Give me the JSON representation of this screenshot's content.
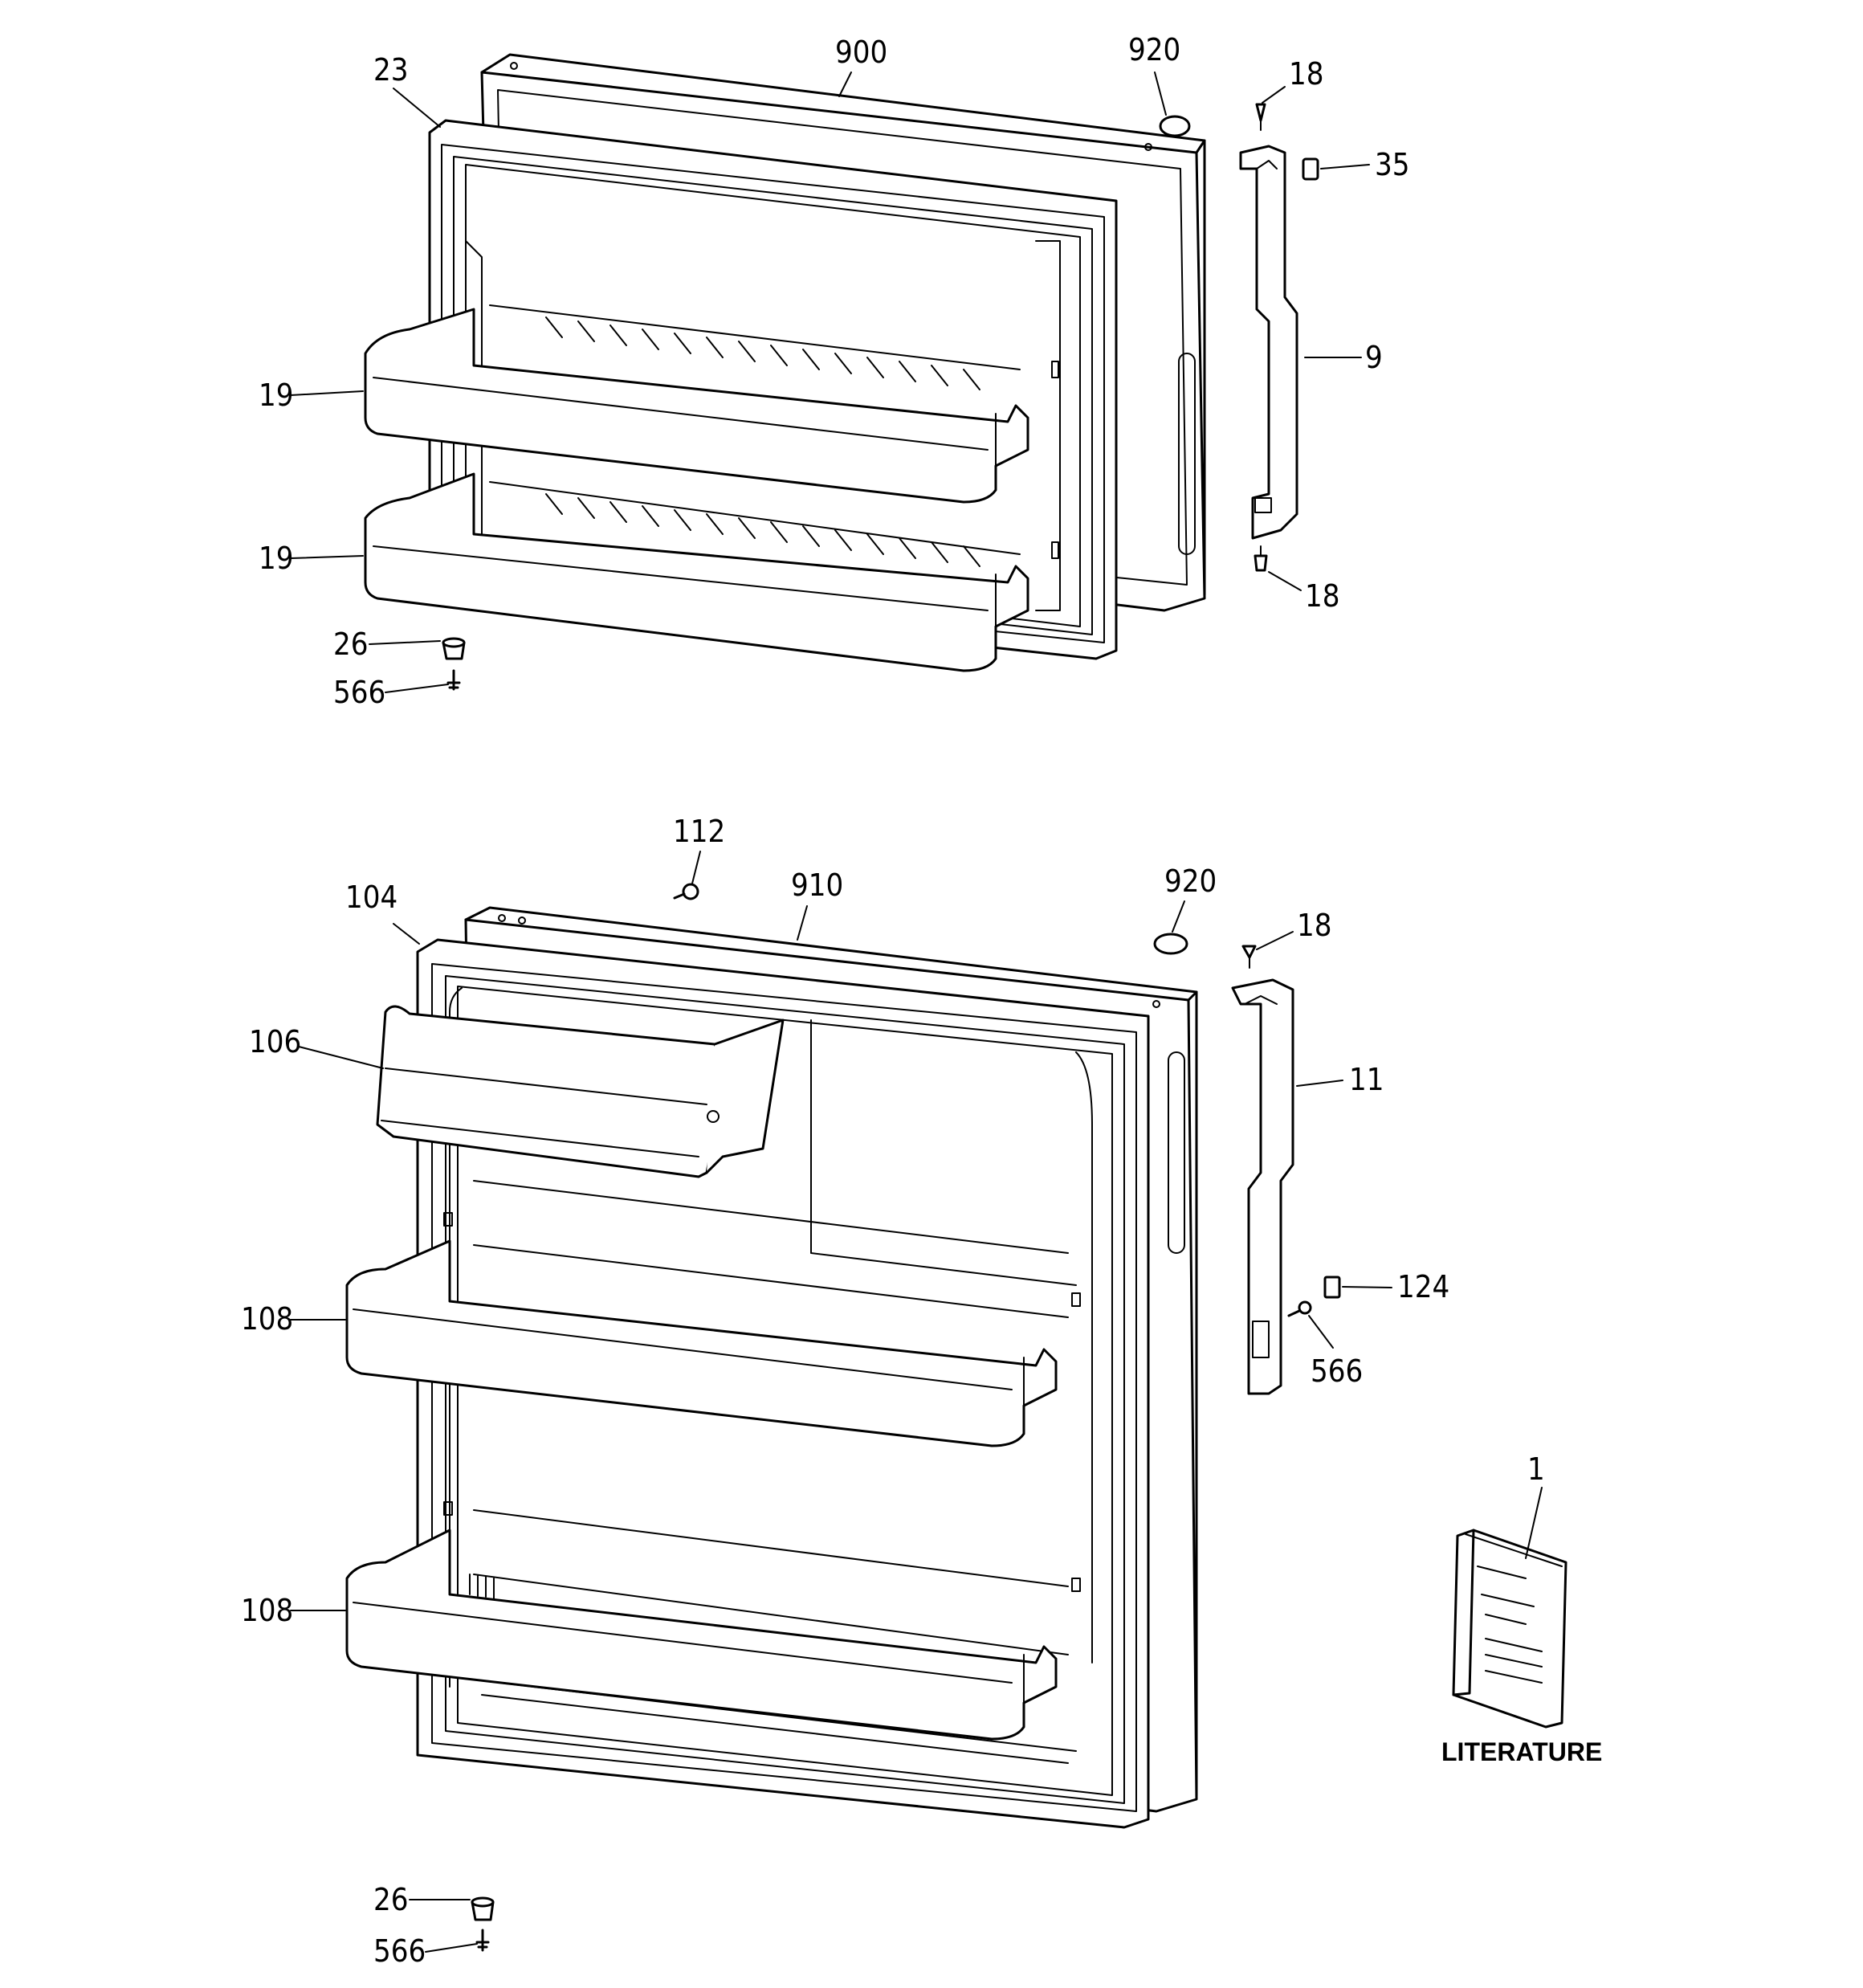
{
  "callouts": {
    "c23": "23",
    "c900": "900",
    "c920a": "920",
    "c18a": "18",
    "c35": "35",
    "c9": "9",
    "c19a": "19",
    "c19b": "19",
    "c18b": "18",
    "c26a": "26",
    "c566a": "566",
    "c112": "112",
    "c910": "910",
    "c920b": "920",
    "c104": "104",
    "c18c": "18",
    "c106": "106",
    "c11": "11",
    "c124": "124",
    "c566b": "566",
    "c108a": "108",
    "c1": "1",
    "c108b": "108",
    "c26b": "26",
    "c566c": "566"
  },
  "literature_label": "LITERATURE"
}
